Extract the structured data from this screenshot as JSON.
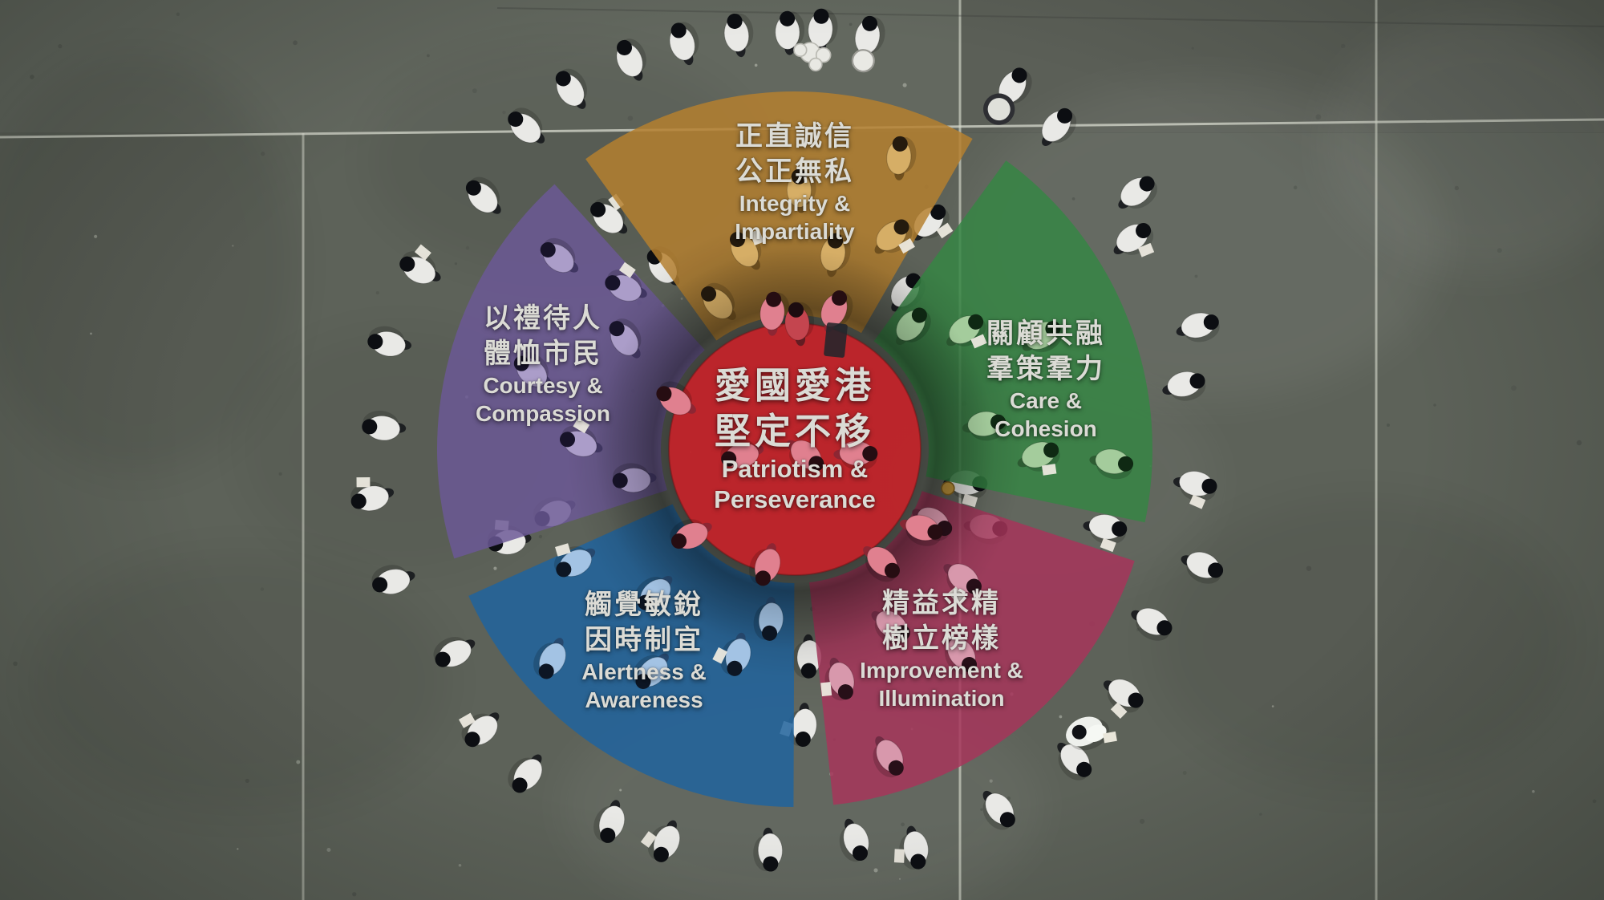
{
  "diagram": {
    "center": {
      "id": "patriotism-perseverance",
      "zh": [
        "愛國愛港",
        "堅定不移"
      ],
      "en": [
        "Patriotism &",
        "Perseverance"
      ],
      "color": "#c5232a"
    },
    "sectors": [
      {
        "id": "integrity-impartiality",
        "zh": [
          "正直誠信",
          "公正無私"
        ],
        "en": [
          "Integrity &",
          "Impartiality"
        ],
        "color": "#b5802f"
      },
      {
        "id": "care-cohesion",
        "zh": [
          "關顧共融",
          "羣策羣力"
        ],
        "en": [
          "Care &",
          "Cohesion"
        ],
        "color": "#368544"
      },
      {
        "id": "improvement-illumination",
        "zh": [
          "精益求精",
          "樹立榜樣"
        ],
        "en": [
          "Improvement &",
          "Illumination"
        ],
        "color": "#a7345a"
      },
      {
        "id": "alertness-awareness",
        "zh": [
          "觸覺敏銳",
          "因時制宜"
        ],
        "en": [
          "Alertness &",
          "Awareness"
        ],
        "color": "#1f639f"
      },
      {
        "id": "courtesy-compassion",
        "zh": [
          "以禮待人",
          "體恤市民"
        ],
        "en": [
          "Courtesy &",
          "Compassion"
        ],
        "color": "#6b5896"
      }
    ],
    "scene": {
      "ground_color": "#5d6259",
      "line_color": "#d7dacd"
    }
  }
}
